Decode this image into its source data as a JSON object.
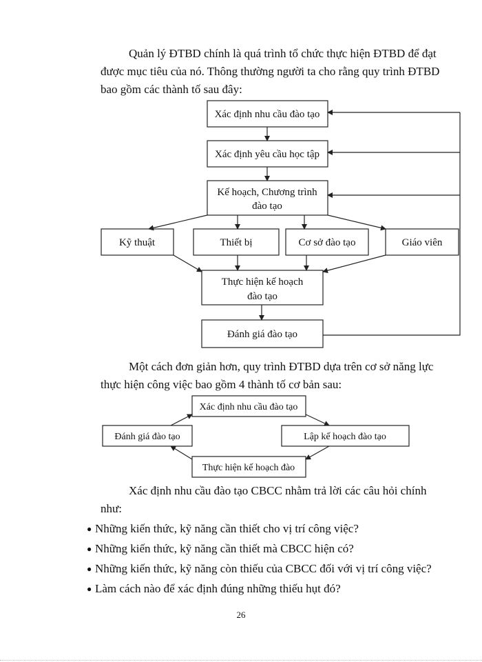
{
  "intro": {
    "line1": "Quản lý ĐTBD chính là quá trình tổ chức thực hiện ĐTBD để đạt",
    "line2": "được mục tiêu  của nó. Thông thường người ta cho rằng quy trình ĐTBD",
    "line3": "bao gồm các thành tố sau đây:"
  },
  "diagram1": {
    "box_needs": "Xác định nhu cầu đào tạo",
    "box_requirements": "Xác định yêu cầu học tập",
    "box_plan_line1": "Kế hoạch, Chương trình",
    "box_plan_line2": "đào tạo",
    "box_technique": "Kỹ thuật",
    "box_equipment": "Thiết bị",
    "box_facility": "Cơ sở đào tạo",
    "box_teacher": "Giáo viên",
    "box_implement_line1": "Thực hiện kế hoạch",
    "box_implement_line2": "đào tạo",
    "box_evaluate": "Đánh giá đào tạo"
  },
  "middle": {
    "line1": "Một cách đơn giản hơn, quy trình ĐTBD dựa trên cơ sở năng lực",
    "line2": "thực hiện  công việc bao gồm 4 thành tố cơ bản sau:"
  },
  "diagram2": {
    "box_needs": "Xác định nhu cầu đào tạo",
    "box_plan": "Lập kế hoạch đào tạo",
    "box_implement": "Thực hiện kế hoạch đào",
    "box_evaluate": "Đánh giá đào tạo"
  },
  "outro": {
    "line1": "Xác định nhu cầu đào tạo CBCC nhằm trả lời  các câu hỏi chính",
    "line2": "như:"
  },
  "bullets": [
    "Những kiến thức, kỹ năng cần thiết cho vị trí công việc?",
    "Những kiến thức, kỹ năng cần thiết mà CBCC hiện có?",
    "Những kiến thức, kỹ năng còn thiếu của CBCC đối với vị trí công việc?",
    "Làm cách nào để xác định đúng những thiếu hụt đó?"
  ],
  "page_number": "26"
}
